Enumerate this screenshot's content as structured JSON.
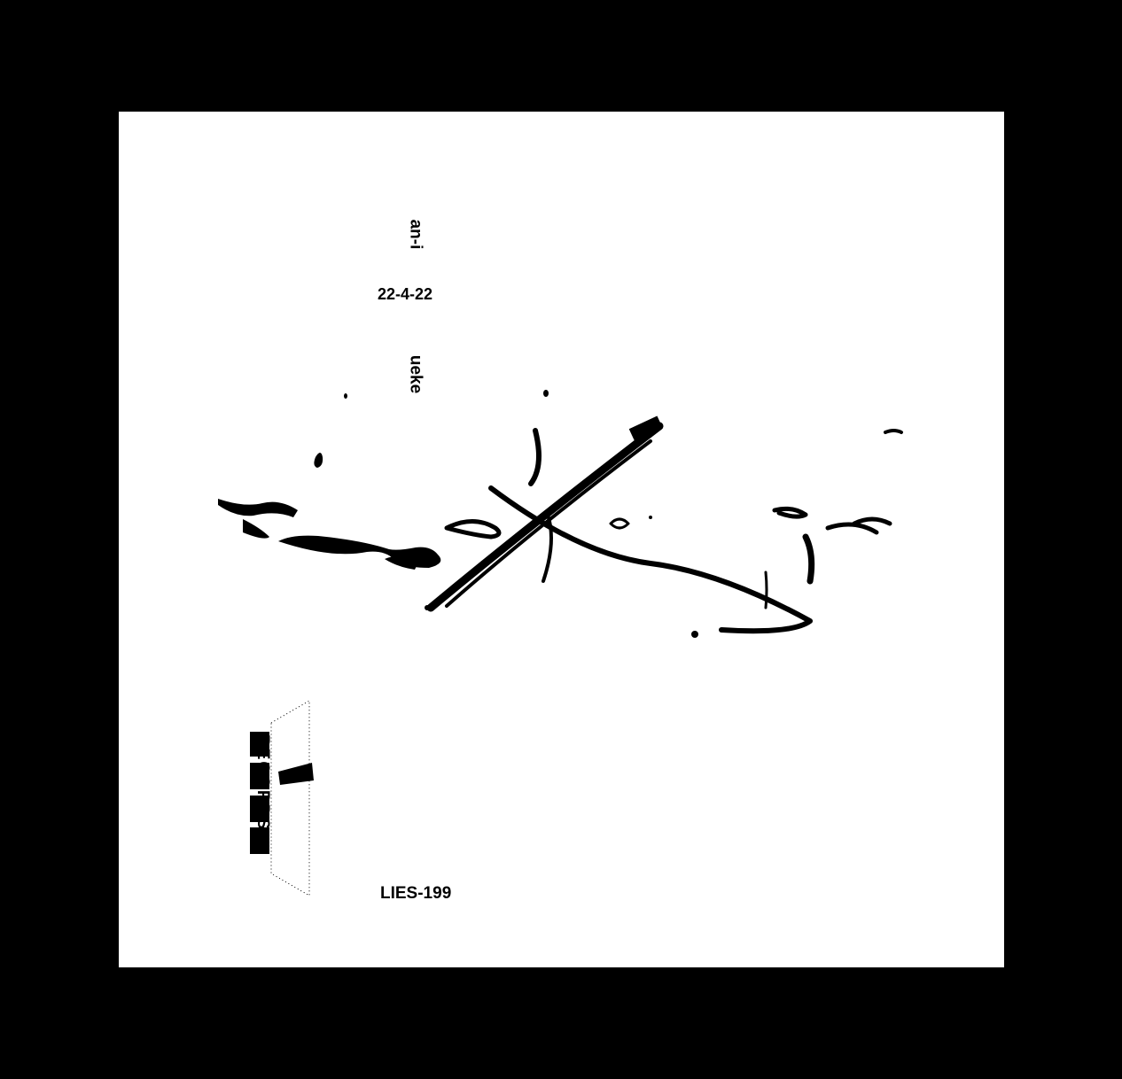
{
  "cover": {
    "artist": "an-i",
    "date": "22-4-22",
    "title": "ueke",
    "catalog_number": "LIES-199"
  },
  "logo": {
    "brand_text": "L.I.E.S.",
    "sub_text": "RECORDS",
    "icon": "lies-records-logo"
  },
  "colors": {
    "background": "#000000",
    "cover": "#ffffff",
    "ink": "#000000"
  }
}
